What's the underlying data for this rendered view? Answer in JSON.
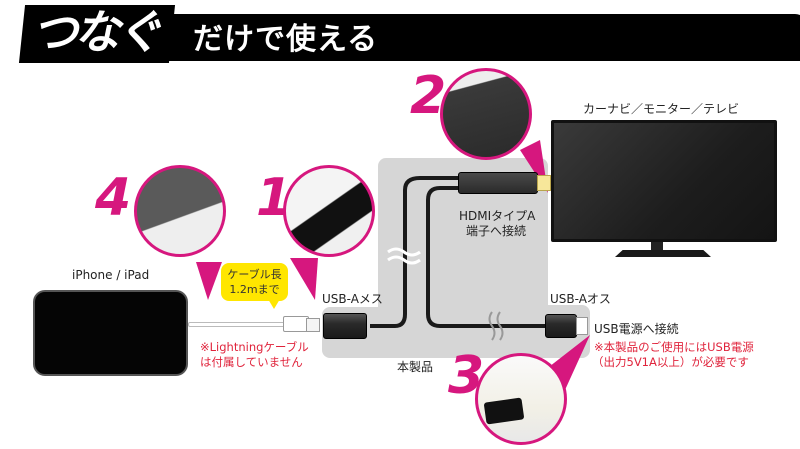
{
  "header": {
    "title_large": "つなぐ",
    "title_small": "だけで使える"
  },
  "product": {
    "label": "本製品",
    "female_port_label": "USB-Aメス",
    "male_port_label": "USB-Aオス",
    "hdmi_label_line1": "HDMIタイプA",
    "hdmi_label_line2": "端子へ接続",
    "usb_power_label": "USB電源へ接続"
  },
  "display": {
    "label": "カーナビ／モニター／テレビ"
  },
  "device": {
    "label": "iPhone / iPad"
  },
  "bubble": {
    "line1": "ケーブル長",
    "line2": "1.2mまで"
  },
  "notes": {
    "lightning_line1": "※Lightningケーブル",
    "lightning_line2": "は付属していません",
    "power_line1": "※本製品のご使用にはUSB電源",
    "power_line2": "（出力5V1A以上）が必要です"
  },
  "steps": [
    {
      "number": "1",
      "desc": "usb-a-female-connection"
    },
    {
      "number": "2",
      "desc": "hdmi-connection"
    },
    {
      "number": "3",
      "desc": "usb-power-adapter"
    },
    {
      "number": "4",
      "desc": "lightning-connection"
    }
  ],
  "colors": {
    "accent_magenta": "#d6177e",
    "note_red": "#e0243c",
    "bubble_yellow": "#ffe600",
    "panel_gray": "#d6d6d6"
  }
}
